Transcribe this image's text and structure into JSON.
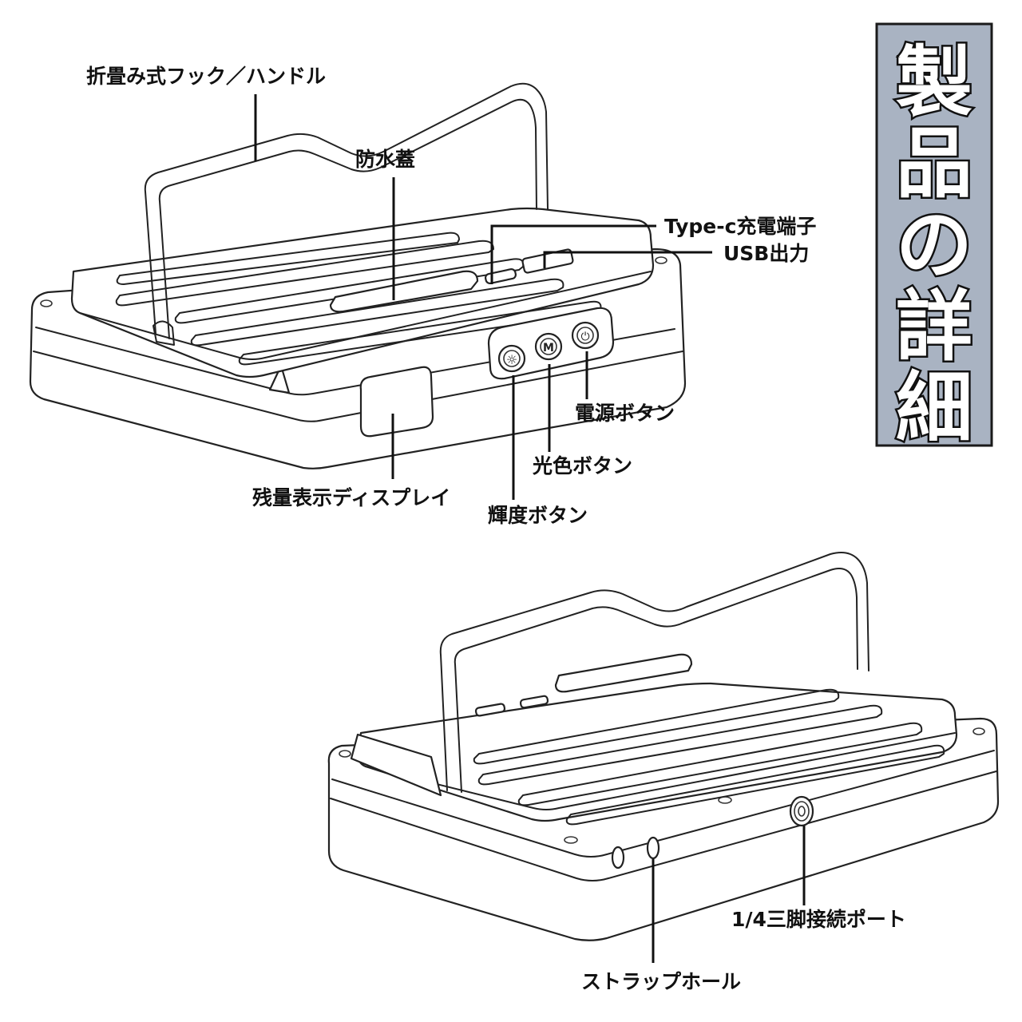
{
  "title_chars": [
    "製",
    "品",
    "の",
    "詳",
    "細"
  ],
  "labels": {
    "handle": "折畳み式フック／ハンドル",
    "cover": "防水蓋",
    "typec": "Type-c充電端子",
    "usb": "USB出力",
    "power": "電源ボタン",
    "color": "光色ボタン",
    "brightness": "輝度ボタン",
    "display": "残量表示ディスプレイ",
    "tripod": "1/4三脚接続ポート",
    "strap": "ストラップホール"
  },
  "button_glyphs": {
    "mode": "M",
    "power": "⏻",
    "brightness": "☼"
  },
  "colors": {
    "title_bg": "#a9b3c2",
    "title_text": "#ffffff",
    "ink": "#111111"
  }
}
